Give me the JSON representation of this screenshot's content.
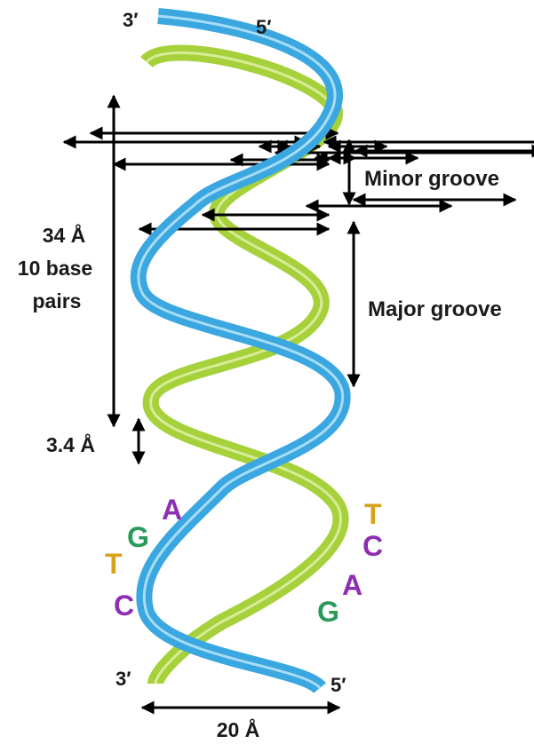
{
  "strand_ends": {
    "top_left": "3′",
    "top_right": "5′",
    "bottom_left": "3′",
    "bottom_right": "5′"
  },
  "dimensions": {
    "helix_pitch_value": "34 Å",
    "helix_pitch_line2": "10 base",
    "helix_pitch_line3": "pairs",
    "base_pair_rise": "3.4 Å",
    "diameter": "20 Å"
  },
  "grooves": {
    "minor": "Minor groove",
    "major": "Major groove"
  },
  "bases": {
    "left": {
      "a": "A",
      "g": "G",
      "t": "T",
      "c": "C"
    },
    "right": {
      "t": "T",
      "c": "C",
      "a": "A",
      "g": "G"
    }
  },
  "colors": {
    "strand_blue": "#3aa7e0",
    "strand_green": "#a6d13a",
    "base_A": "#8e2fb1",
    "base_C": "#8e2fb1",
    "base_G": "#2a9a5a",
    "base_T": "#d9a21c",
    "arrow": "#000000"
  }
}
